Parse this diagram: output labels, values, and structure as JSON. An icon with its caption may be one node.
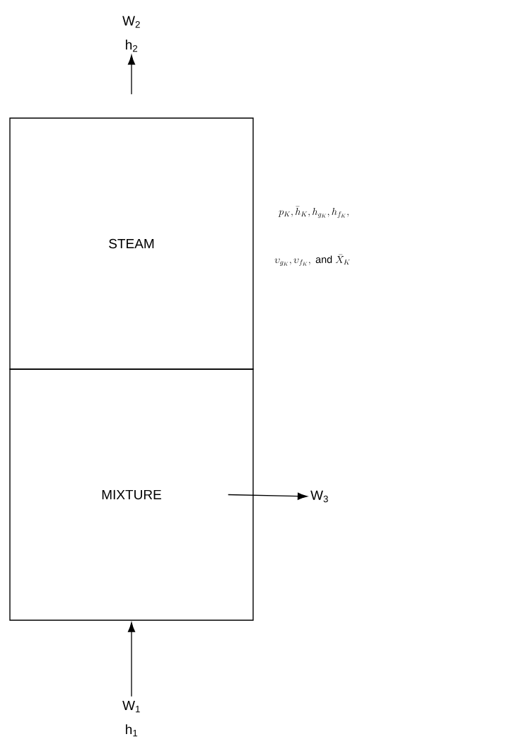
{
  "diagram": {
    "nodes": [
      {
        "text": [
          "STEAM"
        ]
      },
      {
        "text": [
          "MIXTURE"
        ]
      },
      {
        "text": [
          "W$_{2}$",
          "h$_{2}$"
        ]
      },
      {
        "text": [
          "W$_{3}$"
        ]
      },
      {
        "text": [
          "W$_{1}$",
          "h$_{1}$"
        ]
      }
    ],
    "edges": [
      {
        "from": 0,
        "to": 2,
        "arrow": "to"
      },
      {
        "from": 1,
        "to": 3,
        "arrow": "to"
      },
      {
        "from": 4,
        "to": 1,
        "arrow": "to"
      }
    ],
    "labels": [
      "p_{K}, \\bar{h}_{K}, h_{g_{K}}, h_{f_{K}},",
      "\\upsilon_{g_{K}}, \\upsilon_{f_{K}}, \\mbox{ and } \\bar{X}_{K}"
    ]
  }
}
